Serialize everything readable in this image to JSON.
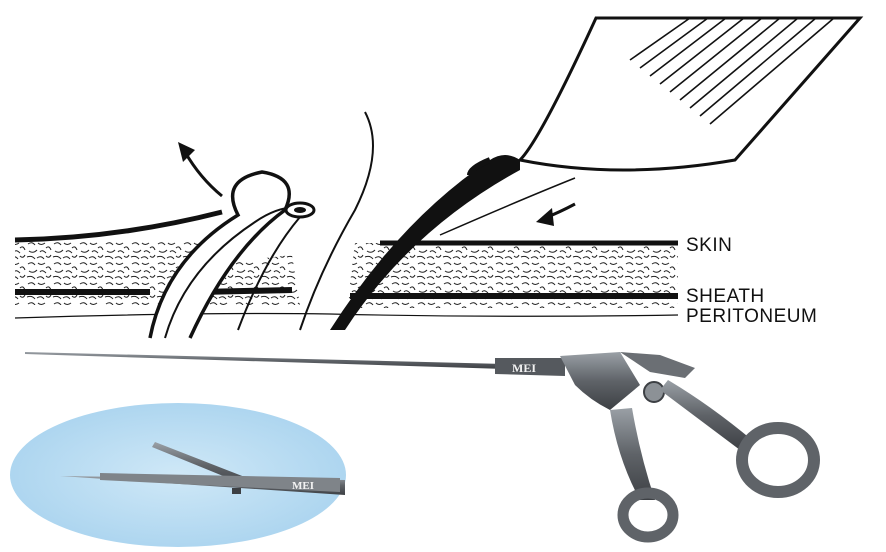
{
  "labels": {
    "skin": "SKIN",
    "sheath": "SHEATH",
    "peritoneum": "PERITONEUM"
  },
  "instrument": {
    "brand_mark": "MEI",
    "inset_brand_mark": "MEI"
  },
  "colors": {
    "ink": "#111111",
    "steel": "#6b6f74",
    "inset_background": "#b9dcf1"
  }
}
